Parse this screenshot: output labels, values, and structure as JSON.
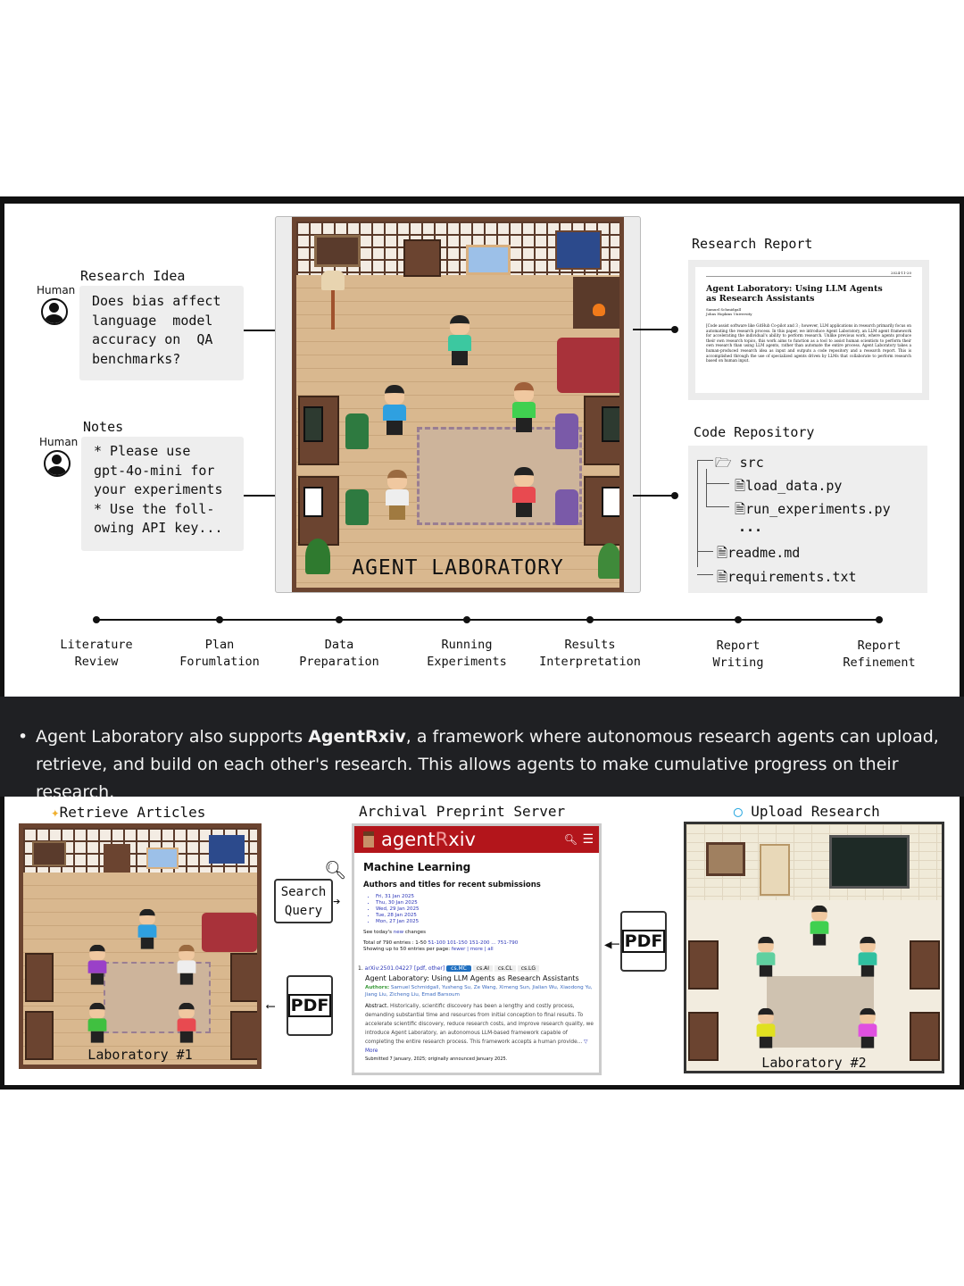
{
  "top": {
    "research_idea": {
      "human_label": "Human",
      "title": "Research Idea",
      "text": "Does bias affect\nlanguage  model\naccuracy on  QA\nbenchmarks?"
    },
    "notes": {
      "human_label": "Human",
      "title": "Notes",
      "text": "* Please use\ngpt-4o-mini for\nyour experiments\n* Use the foll-\nowing API key..."
    },
    "lab_title": "AGENT LABORATORY",
    "report": {
      "title": "Research Report",
      "date": "2024-11-20",
      "paper_title": "Agent Laboratory: Using LLM Agents as Research Assistants",
      "author": "Samuel Schmidgall",
      "affil": "Johns Hopkins University",
      "abstract": "[Code assist software like GitHub Co-pilot and 3 ; however, LLM applications in research primarily focus on automating the research process. In this paper, we introduce Agent Laboratory, an LLM agent framework for accelerating the individual's ability to perform research. Unlike previous work, where agents produce their own research topics, this work aims to function as a tool to assist human scientists to perform their own research than using LLM agents, rather than automate the entire process. Agent Laboratory takes a human-produced research idea as input and outputs a code repository and a research report. This is accomplished through the use of specialized agents driven by LLMs that collaborate to perform research based on human input."
    },
    "code": {
      "title": "Code Repository",
      "items": [
        "src",
        "load_data.py",
        "run_experiments.py",
        "...",
        "readme.md",
        "requirements.txt"
      ]
    },
    "timeline": [
      "Literature\nReview",
      "Plan\nForumlation",
      "Data\nPreparation",
      "Running\nExperiments",
      "Results\nInterpretation",
      "Report\nWriting",
      "Report\nRefinement"
    ]
  },
  "band": {
    "prefix": "Agent Laboratory also supports ",
    "bold": "AgentRxiv",
    "suffix": ", a framework where autonomous research agents can upload, retrieve, and build on each other's research. This allows agents to make cumulative progress on their research."
  },
  "bottom": {
    "retrieve_title": "Retrieve Articles",
    "server_title": "Archival Preprint Server",
    "upload_title": "Upload Research",
    "lab1": "Laboratory #1",
    "lab2": "Laboratory #2",
    "search_query": "Search\nQuery",
    "pdf": "PDF",
    "rxiv": {
      "brand_a": "agent",
      "brand_b": "R",
      "brand_c": "xiv",
      "section": "Machine Learning",
      "subtitle": "Authors and titles for recent submissions",
      "dates": [
        "Fri, 31 Jan 2025",
        "Thu, 30 Jan 2025",
        "Wed, 29 Jan 2025",
        "Tue, 28 Jan 2025",
        "Mon, 27 Jan 2025"
      ],
      "see_today": "See today's ",
      "new": "new",
      "changes": " changes",
      "total": "Total of 790 entries : 1-50 ",
      "pages": "51-100 101-150 151-200 ... 751-790",
      "showing": "Showing up to 50 entries per page: ",
      "fewer_more": "fewer | more | all",
      "entry_num": "1.",
      "entry_id": "arXiv:2501.04227",
      "entry_links": "[pdf, other]",
      "tags": [
        "cs.MC",
        "cs.AI",
        "cs.CL",
        "cs.LG"
      ],
      "entry_title": "Agent Laboratory: Using LLM Agents as Research Assistants",
      "authors_label": "Authors:",
      "authors": "Samuel Schmidgall, Yusheng Su, Ze Wang, Ximeng Sun, Jialian Wu, Xiaodong Yu, Jiang Liu, Zicheng Liu, Emad Barsoum",
      "abstract_label": "Abstract.",
      "abstract": " Historically, scientific discovery has been a lengthy and costly process, demanding substantial time and resources from initial conception to final results. To accelerate scientific discovery, reduce research costs, and improve research quality, we introduce Agent Laboratory, an autonomous LLM-based framework capable of completing the entire research process. This framework accepts a human provide... ",
      "more": "▽ More",
      "submitted": "Submitted 7 January, 2025; originally announced January 2025."
    }
  },
  "colors": {
    "rxiv_red": "#b3151b",
    "band": "#1f2023"
  }
}
